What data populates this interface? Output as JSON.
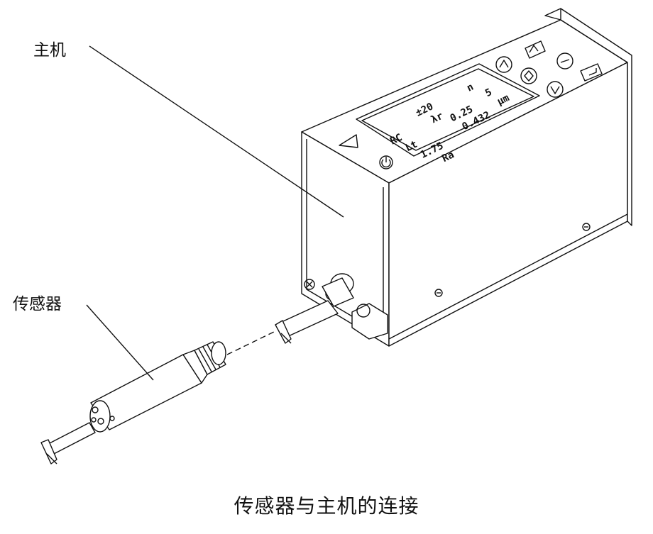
{
  "labels": {
    "host": "主机",
    "sensor": "传感器"
  },
  "caption": "传感器与主机的连接",
  "display": {
    "rows": [
      [
        "RC",
        "±20",
        "n"
      ],
      [
        "Lt",
        "λr",
        "0.25",
        "5"
      ],
      [
        "1.75",
        "0.432",
        "μm"
      ],
      [
        "Ra"
      ]
    ]
  },
  "colors": {
    "line": "#111111",
    "background": "#ffffff"
  },
  "icons": [
    "triangle-icon",
    "power-icon",
    "up-arrow-icon",
    "down-arrow-icon",
    "menu-icon",
    "enter-icon",
    "screw-icon"
  ]
}
